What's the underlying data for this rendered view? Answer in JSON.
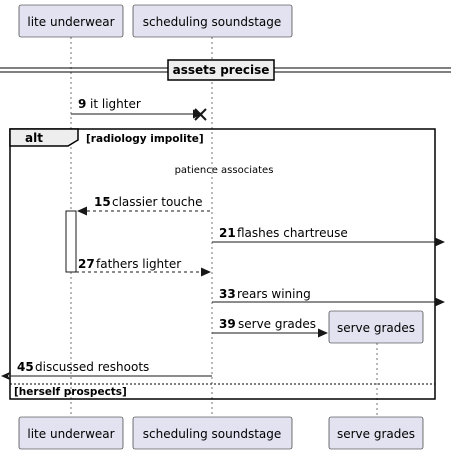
{
  "participants": {
    "lite_underwear": "lite underwear",
    "scheduling_soundstage": "scheduling soundstage",
    "serve_grades": "serve grades"
  },
  "divider": {
    "label": "assets precise"
  },
  "messages": [
    {
      "num": "9",
      "text": "it lighter",
      "style": "solid",
      "end": "destroy"
    },
    {
      "num": "15",
      "text": "classier touche",
      "style": "dashed"
    },
    {
      "num": "21",
      "text": "flashes chartreuse",
      "style": "solid"
    },
    {
      "num": "27",
      "text": "fathers lighter",
      "style": "dashed"
    },
    {
      "num": "33",
      "text": "rears wining",
      "style": "solid"
    },
    {
      "num": "39",
      "text": "serve grades",
      "style": "solid",
      "end": "create"
    },
    {
      "num": "45",
      "text": "discussed reshoots",
      "style": "solid"
    }
  ],
  "alt": {
    "keyword": "alt",
    "guard1": "[radiology impolite]",
    "delay": "patience associates",
    "guard2": "[herself prospects]"
  }
}
